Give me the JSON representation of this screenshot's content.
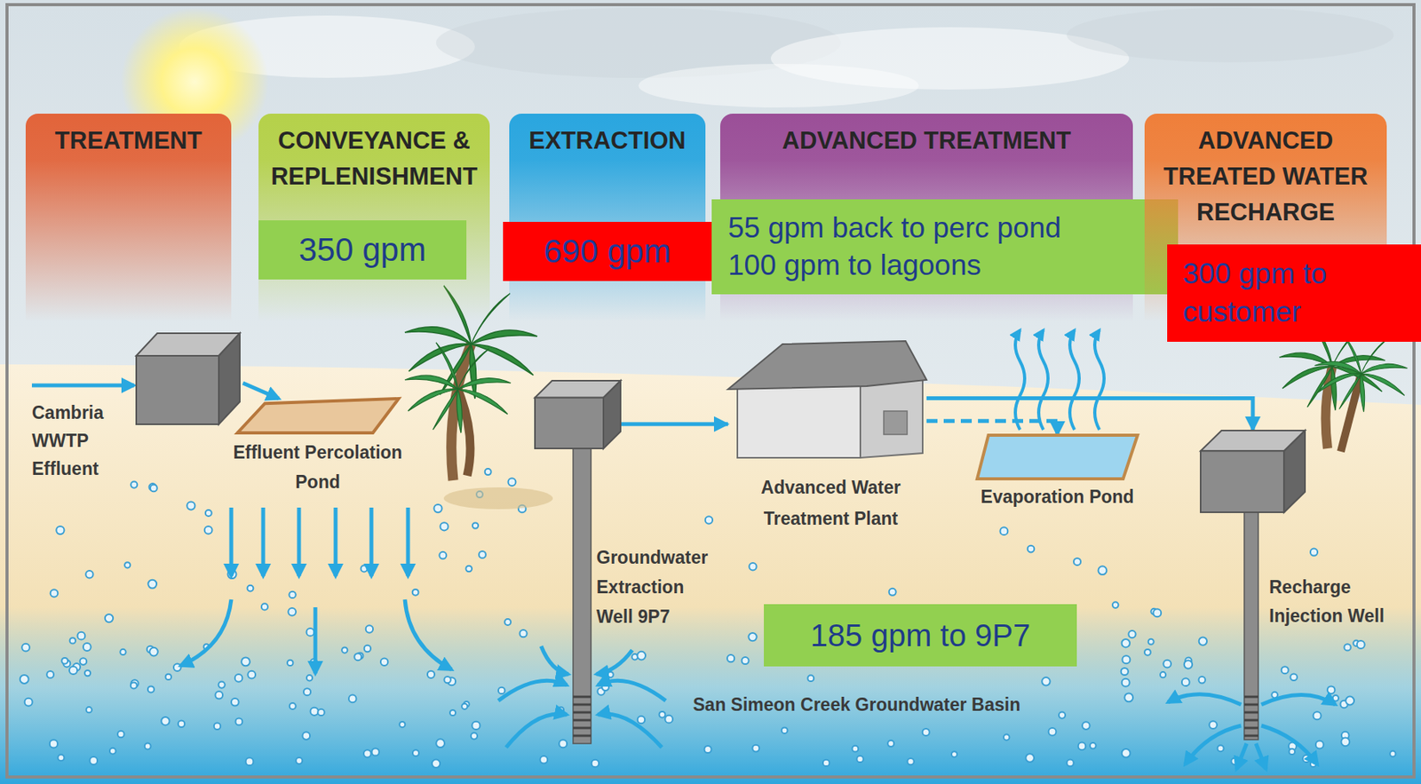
{
  "diagram": {
    "nodes": [
      {
        "text": [
          "TREATMENT"
        ]
      },
      {
        "text": [
          "CONVEYANCE & REPLENISHMENT"
        ]
      },
      {
        "text": [
          "350 gpm"
        ],
        "in": 1
      },
      {
        "text": [
          "EXTRACTION"
        ]
      },
      {
        "text": [
          "690 gpm"
        ]
      },
      {
        "text": [
          "ADVANCED TREATMENT"
        ]
      },
      {
        "text": [
          "55 gpm back to perc pond",
          "100 gpm to lagoons"
        ]
      },
      {
        "text": [
          "ADVANCED TREATED WATER RECHARGE"
        ]
      },
      {
        "text": [
          "300 gpm to customer"
        ]
      },
      {
        "text": [
          "Effluent Percolation Pond"
        ]
      },
      {
        "text": [
          "Groundwater Extraction Well 9P7"
        ]
      },
      {
        "text": [
          "Advanced Water Treatment Plant"
        ]
      },
      {
        "text": [
          "Evaporation Pond"
        ]
      },
      {
        "text": [
          "185 gpm to 9P7"
        ]
      },
      {
        "text": [
          "Recharge Injection Well"
        ]
      }
    ],
    "edges": [
      {
        "from": 10,
        "to": 11,
        "arrow": "to"
      },
      {
        "from": 11,
        "to": 14,
        "arrow": "to"
      },
      {
        "from": 11,
        "to": 12,
        "arrow": "to"
      }
    ],
    "labels": [
      "Cambria WWTP Effluent",
      "San Simeon Creek Groundwater Basin"
    ]
  }
}
